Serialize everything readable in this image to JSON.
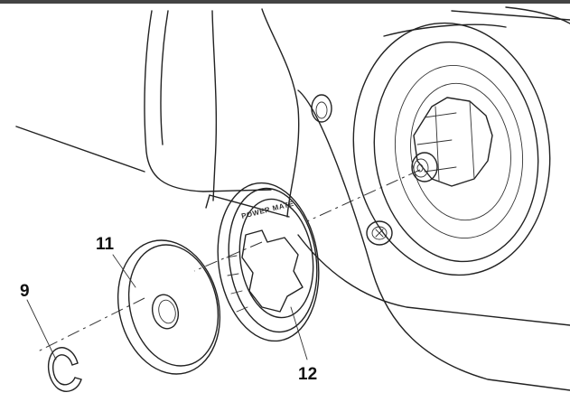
{
  "callouts": [
    {
      "label": "9"
    },
    {
      "label": "11"
    },
    {
      "label": "12"
    }
  ],
  "parts": {
    "sprocket_marking": "POWER MATE"
  },
  "colors": {
    "line": "#222222",
    "background": "#ffffff",
    "top_rule": "#444444"
  }
}
